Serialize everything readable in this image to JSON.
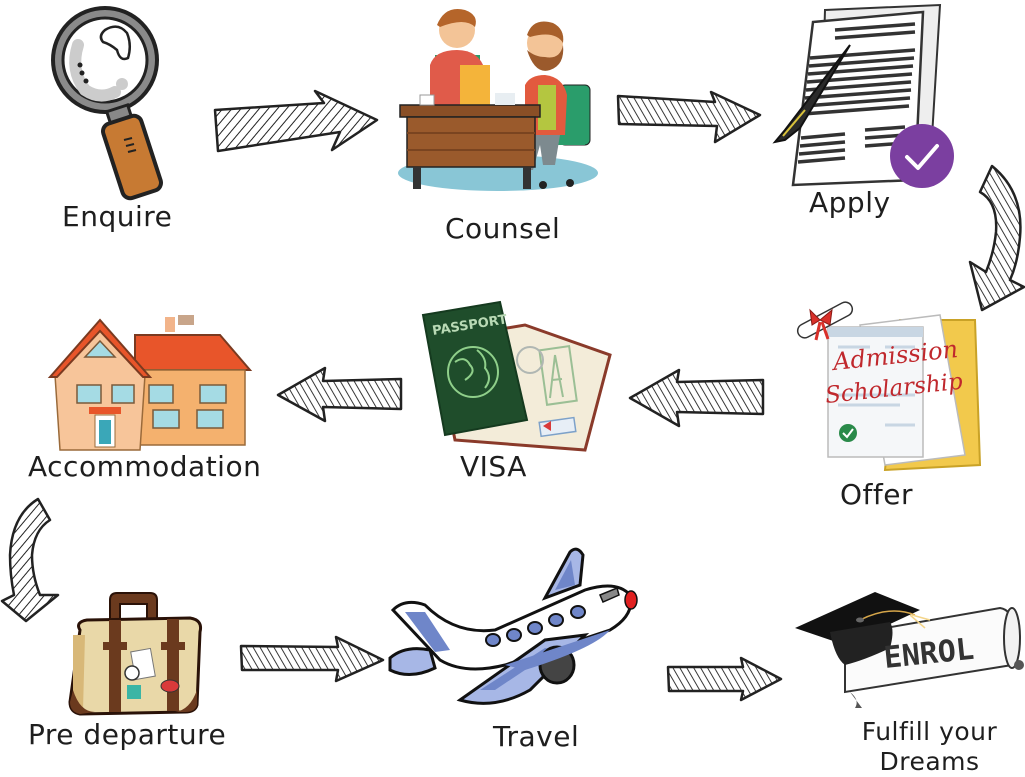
{
  "diagram": {
    "type": "process-flow",
    "steps": [
      {
        "id": 1,
        "label": "Enquire",
        "icon": "magnifying-glass-icon"
      },
      {
        "id": 2,
        "label": "Counsel",
        "icon": "counselling-meeting-icon"
      },
      {
        "id": 3,
        "label": "Apply",
        "icon": "application-document-icon"
      },
      {
        "id": 4,
        "label": "Offer",
        "icon": "offer-letter-icon",
        "artwork_text": [
          "Admission",
          "Scholarship"
        ]
      },
      {
        "id": 5,
        "label": "VISA",
        "icon": "passport-icon",
        "artwork_text": [
          "PASSPORT"
        ]
      },
      {
        "id": 6,
        "label": "Accommodation",
        "icon": "house-icon"
      },
      {
        "id": 7,
        "label": "Pre departure",
        "icon": "suitcase-icon"
      },
      {
        "id": 8,
        "label": "Travel",
        "icon": "airplane-icon"
      },
      {
        "id": 9,
        "label_lines": [
          "Fulfill your",
          "Dreams"
        ],
        "icon": "graduation-scroll-icon",
        "artwork_text": [
          "ENROL"
        ]
      }
    ],
    "connections": [
      {
        "from": 1,
        "to": 2,
        "direction": "right"
      },
      {
        "from": 2,
        "to": 3,
        "direction": "right"
      },
      {
        "from": 3,
        "to": 4,
        "direction": "down"
      },
      {
        "from": 4,
        "to": 5,
        "direction": "left"
      },
      {
        "from": 5,
        "to": 6,
        "direction": "left"
      },
      {
        "from": 6,
        "to": 7,
        "direction": "down"
      },
      {
        "from": 7,
        "to": 8,
        "direction": "right"
      },
      {
        "from": 8,
        "to": 9,
        "direction": "right"
      }
    ],
    "colors": {
      "text": "#1e1e1e",
      "check_badge": "#7b3fa0",
      "passport": "#1f4d2b",
      "roof": "#e8552a",
      "plane_accent": "#6f86c9",
      "offer_script": "#c0282d"
    }
  }
}
